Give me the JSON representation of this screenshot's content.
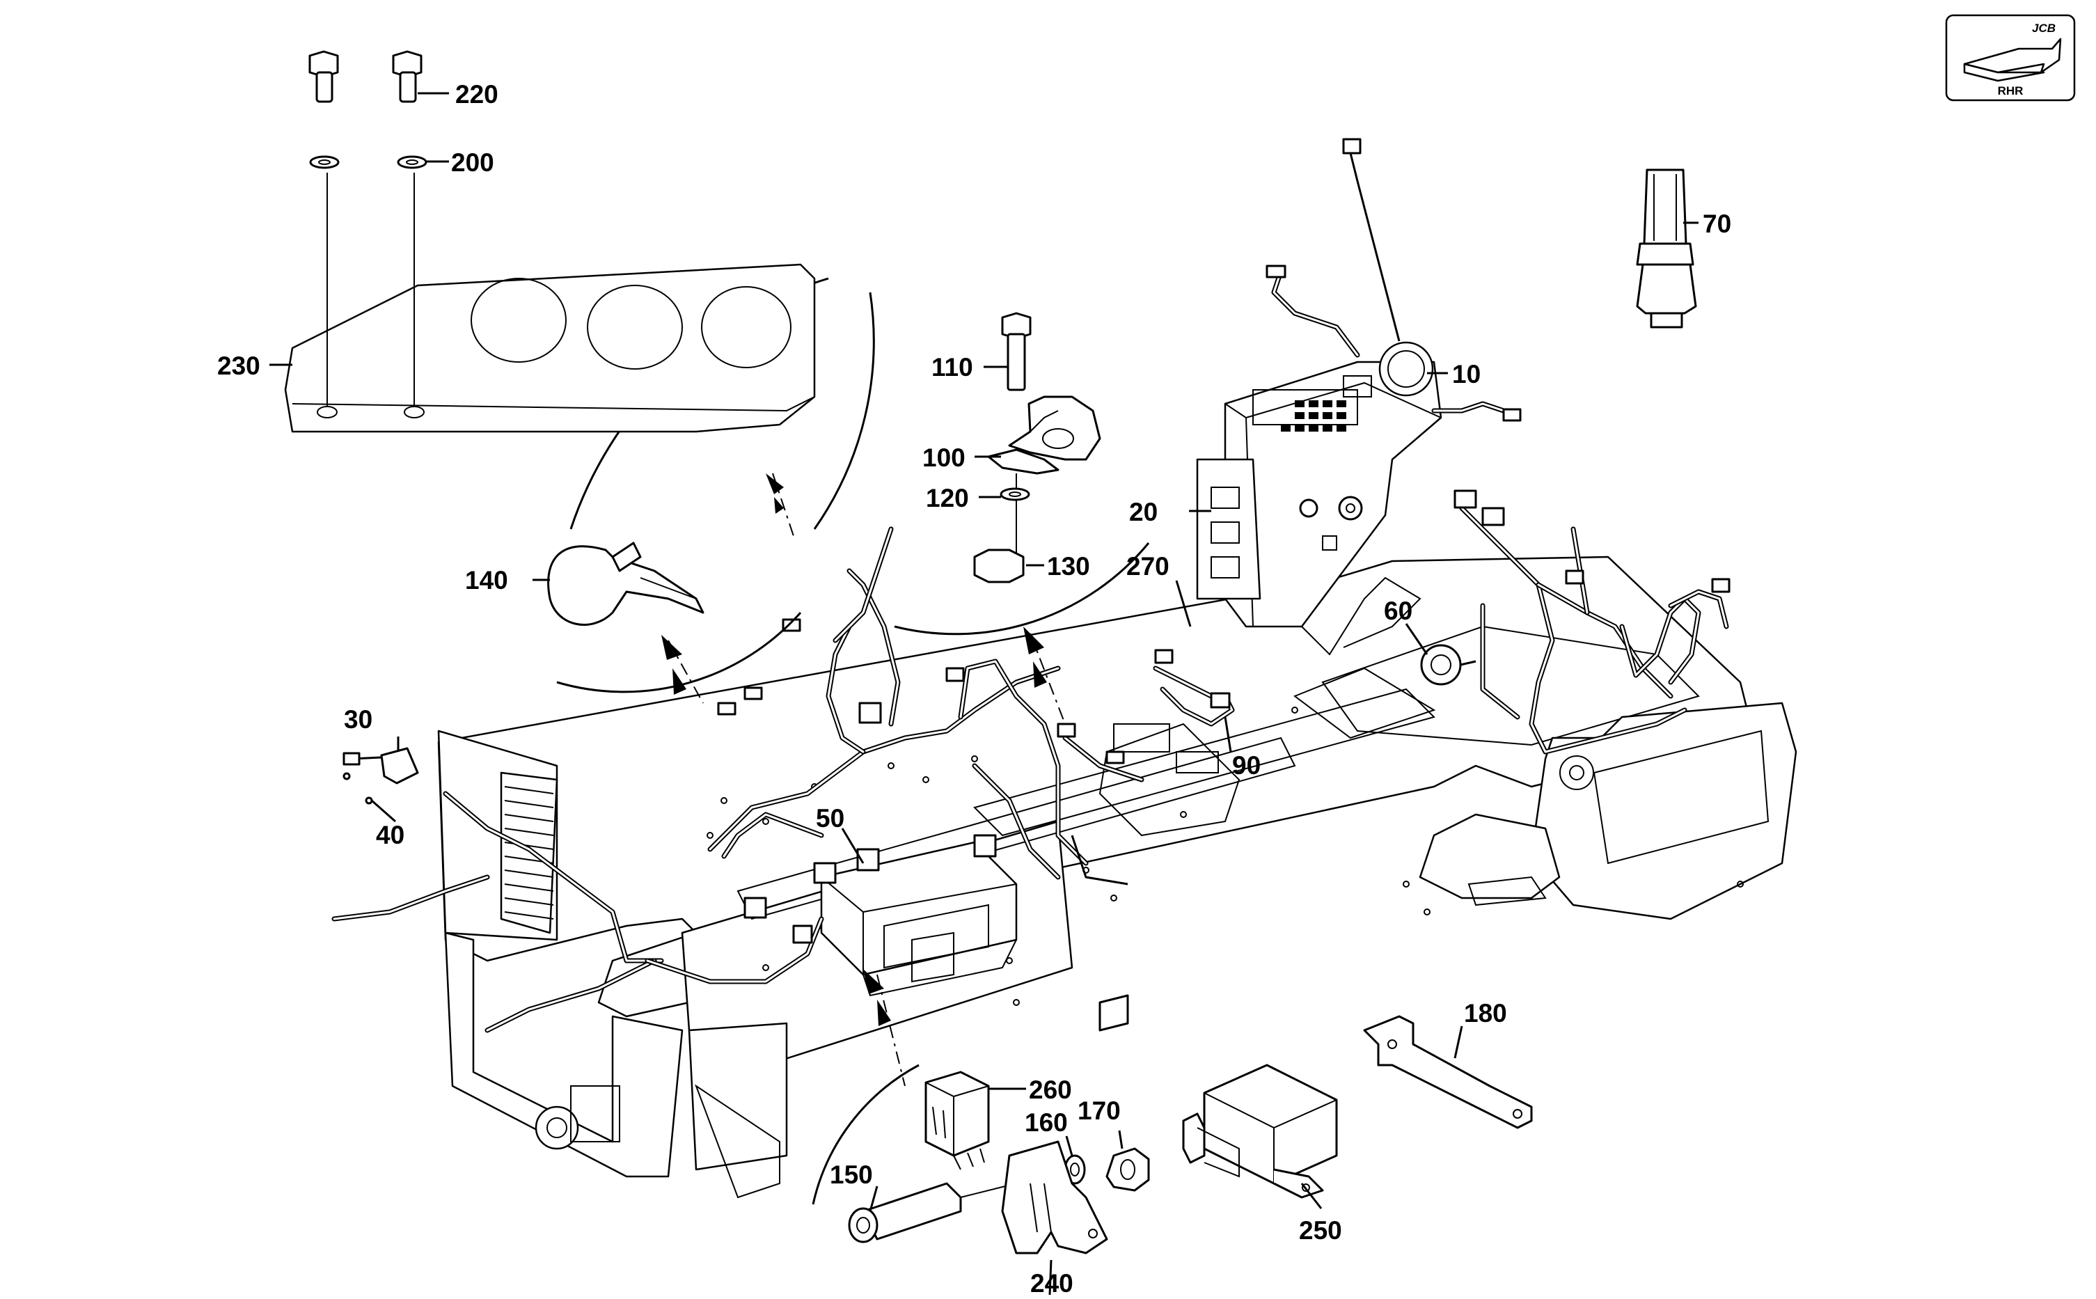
{
  "orientation_badge": {
    "brand": "JCB",
    "text": "RHR"
  },
  "callouts": [
    "10",
    "20",
    "30",
    "40",
    "50",
    "60",
    "70",
    "90",
    "100",
    "110",
    "120",
    "130",
    "140",
    "150",
    "160",
    "170",
    "180",
    "200",
    "220",
    "230",
    "240",
    "250",
    "260",
    "270"
  ]
}
